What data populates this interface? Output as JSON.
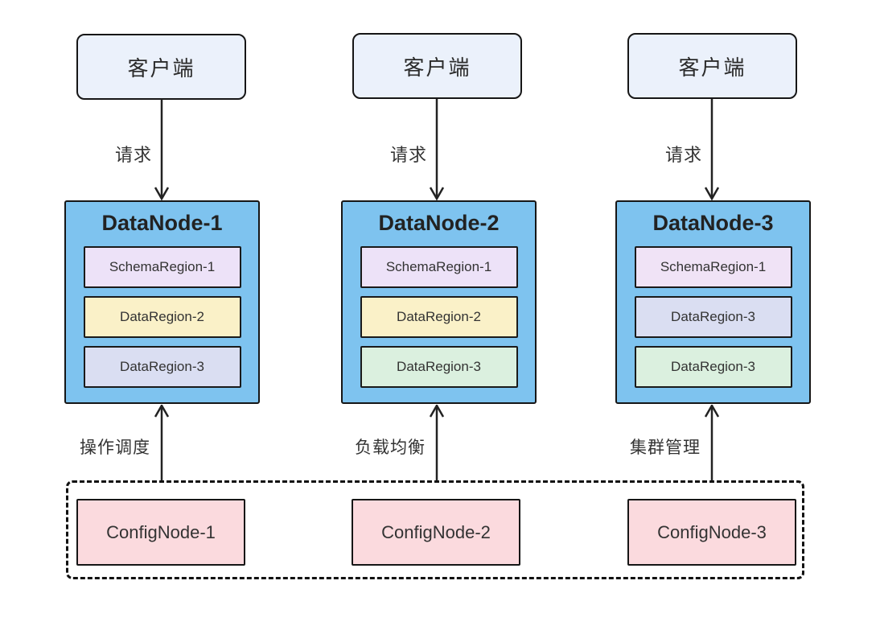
{
  "diagram": {
    "clients": [
      {
        "label": "客户端"
      },
      {
        "label": "客户端"
      },
      {
        "label": "客户端"
      }
    ],
    "request_labels": [
      "请求",
      "请求",
      "请求"
    ],
    "datanodes": [
      {
        "title": "DataNode-1",
        "regions": [
          {
            "label": "SchemaRegion-1",
            "color": "#ede2f8"
          },
          {
            "label": "DataRegion-2",
            "color": "#faf1c8"
          },
          {
            "label": "DataRegion-3",
            "color": "#dadef2"
          }
        ],
        "config_arrow_label": "操作调度"
      },
      {
        "title": "DataNode-2",
        "regions": [
          {
            "label": "SchemaRegion-1",
            "color": "#ede2f8"
          },
          {
            "label": "DataRegion-2",
            "color": "#faf1c8"
          },
          {
            "label": "DataRegion-3",
            "color": "#dbf0df"
          }
        ],
        "config_arrow_label": "负载均衡"
      },
      {
        "title": "DataNode-3",
        "regions": [
          {
            "label": "SchemaRegion-1",
            "color": "#f0e3f6"
          },
          {
            "label": "DataRegion-3",
            "color": "#dadef2"
          },
          {
            "label": "DataRegion-3",
            "color": "#dbf0df"
          }
        ],
        "config_arrow_label": "集群管理"
      }
    ],
    "confignodes": [
      {
        "label": "ConfigNode-1"
      },
      {
        "label": "ConfigNode-2"
      },
      {
        "label": "ConfigNode-3"
      }
    ],
    "colors": {
      "client_fill": "#ebf1fb",
      "datanode_fill": "#7ec3ef",
      "confignode_fill": "#fbdade",
      "arrow_stroke": "#222222"
    }
  }
}
